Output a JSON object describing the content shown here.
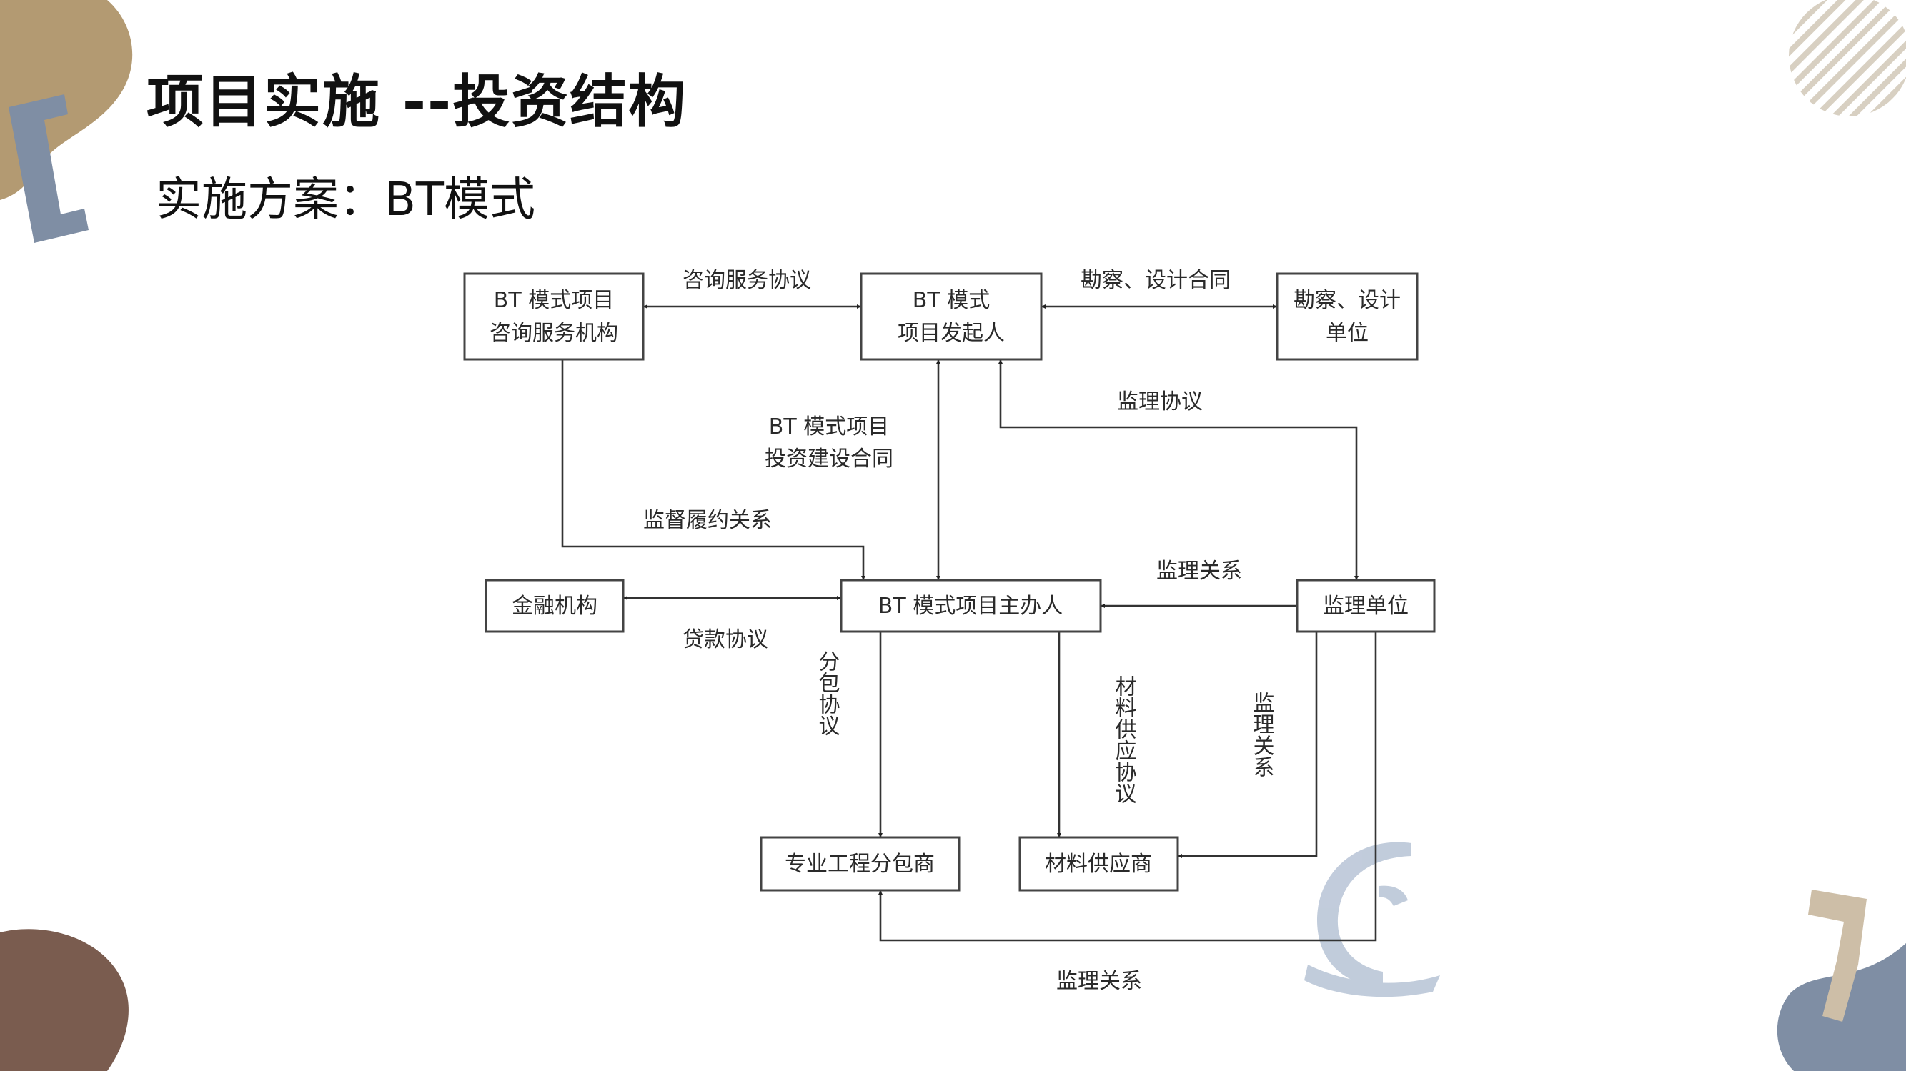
{
  "header": {
    "title": "项目实施 --投资结构",
    "subtitle": "实施方案：BT模式"
  },
  "diagram": {
    "nodes": {
      "consulting": {
        "line1": "BT 模式项目",
        "line2": "咨询服务机构"
      },
      "sponsor": {
        "line1": "BT 模式",
        "line2": "项目发起人"
      },
      "survey": {
        "line1": "勘察、设计",
        "line2": "单位"
      },
      "finance": {
        "line1": "金融机构"
      },
      "host": {
        "line1": "BT 模式项目主办人"
      },
      "supervisor": {
        "line1": "监理单位"
      },
      "subcontractor": {
        "line1": "专业工程分包商"
      },
      "supplier": {
        "line1": "材料供应商"
      }
    },
    "edges": {
      "consulting_agreement": "咨询服务协议",
      "survey_contract": "勘察、设计合同",
      "supervision_agreement": "监理协议",
      "investment_contract_1": "BT 模式项目",
      "investment_contract_2": "投资建设合同",
      "performance_supervision": "监督履约关系",
      "supervision_relation_host": "监理关系",
      "loan_agreement": "贷款协议",
      "subcontract_agreement": "分包协议",
      "material_supply_agreement": "材料供应协议",
      "supervision_relation_supplier": "监理关系",
      "supervision_relation_subcontractor": "监理关系"
    }
  },
  "colors": {
    "tan": "#b39a72",
    "slate": "#7f8ea4",
    "brown": "#7a5c4f",
    "beige": "#cdbea7",
    "hatch": "#d8d0c2",
    "logo": "#8fa3bf"
  }
}
